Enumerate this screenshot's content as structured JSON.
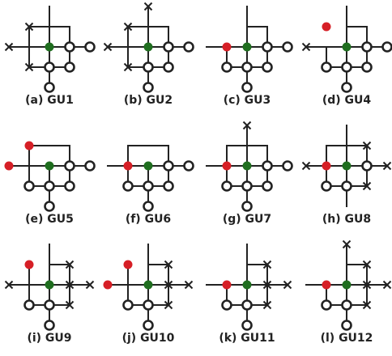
{
  "colors": {
    "ink": "#222222",
    "red": "#d61f26",
    "green": "#1f6e1f",
    "bg": "#ffffff"
  },
  "panels": [
    {
      "caption": "(a) GU1",
      "red": [],
      "crosses": [
        [
          -1,
          1
        ],
        [
          -2,
          0
        ],
        [
          -1,
          -1
        ]
      ],
      "open": [
        [
          1,
          0
        ],
        [
          2,
          0
        ],
        [
          0,
          -1
        ],
        [
          1,
          -1
        ],
        [
          0,
          -2
        ]
      ],
      "lines": [
        [
          [
            0,
            2
          ],
          [
            0,
            -1
          ]
        ],
        [
          [
            -1,
            1
          ],
          [
            1,
            1
          ]
        ],
        [
          [
            -1,
            1
          ],
          [
            -1,
            -1
          ]
        ],
        [
          [
            1,
            1
          ],
          [
            1,
            -1
          ]
        ],
        [
          [
            -2,
            0
          ],
          [
            2,
            0
          ]
        ],
        [
          [
            -1,
            -1
          ],
          [
            1,
            -1
          ]
        ],
        [
          [
            0,
            -1
          ],
          [
            0,
            -2
          ]
        ]
      ]
    },
    {
      "caption": "(b) GU2",
      "red": [],
      "crosses": [
        [
          0,
          2
        ],
        [
          -1,
          1
        ],
        [
          -2,
          0
        ],
        [
          -1,
          -1
        ]
      ],
      "open": [
        [
          1,
          0
        ],
        [
          2,
          0
        ],
        [
          0,
          -1
        ],
        [
          1,
          -1
        ],
        [
          0,
          -2
        ]
      ],
      "lines": [
        [
          [
            0,
            2
          ],
          [
            0,
            -1
          ]
        ],
        [
          [
            -1,
            1
          ],
          [
            1,
            1
          ]
        ],
        [
          [
            -1,
            1
          ],
          [
            -1,
            -1
          ]
        ],
        [
          [
            1,
            1
          ],
          [
            1,
            -1
          ]
        ],
        [
          [
            -2,
            0
          ],
          [
            2,
            0
          ]
        ],
        [
          [
            -1,
            -1
          ],
          [
            1,
            -1
          ]
        ],
        [
          [
            0,
            -1
          ],
          [
            0,
            -2
          ]
        ]
      ]
    },
    {
      "caption": "(c) GU3",
      "red": [
        [
          -1,
          0
        ]
      ],
      "crosses": [],
      "open": [
        [
          1,
          0
        ],
        [
          2,
          0
        ],
        [
          0,
          -1
        ],
        [
          1,
          -1
        ],
        [
          -1,
          -1
        ],
        [
          0,
          -2
        ]
      ],
      "lines": [
        [
          [
            0,
            2
          ],
          [
            0,
            -1
          ]
        ],
        [
          [
            0,
            1
          ],
          [
            1,
            1
          ]
        ],
        [
          [
            1,
            1
          ],
          [
            1,
            -1
          ]
        ],
        [
          [
            -2,
            0
          ],
          [
            2,
            0
          ]
        ],
        [
          [
            -1,
            0
          ],
          [
            -1,
            -1
          ]
        ],
        [
          [
            -1,
            -1
          ],
          [
            1,
            -1
          ]
        ],
        [
          [
            0,
            -1
          ],
          [
            0,
            -2
          ]
        ]
      ]
    },
    {
      "caption": "(d) GU4",
      "red": [
        [
          -1,
          1
        ]
      ],
      "crosses": [
        [
          -2,
          0
        ]
      ],
      "open": [
        [
          1,
          0
        ],
        [
          2,
          0
        ],
        [
          -1,
          -1
        ],
        [
          0,
          -1
        ],
        [
          1,
          -1
        ],
        [
          0,
          -2
        ]
      ],
      "lines": [
        [
          [
            0,
            2
          ],
          [
            0,
            -1
          ]
        ],
        [
          [
            0,
            1
          ],
          [
            1,
            1
          ]
        ],
        [
          [
            1,
            1
          ],
          [
            1,
            -1
          ]
        ],
        [
          [
            -2,
            0
          ],
          [
            2,
            0
          ]
        ],
        [
          [
            -1,
            0
          ],
          [
            -1,
            -1
          ]
        ],
        [
          [
            -1,
            -1
          ],
          [
            1,
            -1
          ]
        ],
        [
          [
            0,
            -1
          ],
          [
            0,
            -2
          ]
        ]
      ]
    },
    {
      "caption": "(e) GU5",
      "red": [
        [
          -1,
          1
        ],
        [
          -2,
          0
        ]
      ],
      "crosses": [],
      "open": [
        [
          1,
          0
        ],
        [
          2,
          0
        ],
        [
          -1,
          -1
        ],
        [
          0,
          -1
        ],
        [
          1,
          -1
        ],
        [
          0,
          -2
        ]
      ],
      "lines": [
        [
          [
            -1,
            1
          ],
          [
            1,
            1
          ]
        ],
        [
          [
            1,
            1
          ],
          [
            1,
            -1
          ]
        ],
        [
          [
            -2,
            0
          ],
          [
            2,
            0
          ]
        ],
        [
          [
            -1,
            1
          ],
          [
            -1,
            -1
          ]
        ],
        [
          [
            -1,
            -1
          ],
          [
            1,
            -1
          ]
        ],
        [
          [
            0,
            0
          ],
          [
            0,
            -1
          ]
        ],
        [
          [
            0,
            -1
          ],
          [
            0,
            -2
          ]
        ]
      ]
    },
    {
      "caption": "(f) GU6",
      "red": [
        [
          -1,
          0
        ]
      ],
      "crosses": [],
      "open": [
        [
          1,
          0
        ],
        [
          2,
          0
        ],
        [
          -1,
          -1
        ],
        [
          0,
          -1
        ],
        [
          1,
          -1
        ],
        [
          0,
          -2
        ]
      ],
      "lines": [
        [
          [
            -1,
            1
          ],
          [
            1,
            1
          ]
        ],
        [
          [
            1,
            1
          ],
          [
            1,
            -1
          ]
        ],
        [
          [
            -2,
            0
          ],
          [
            2,
            0
          ]
        ],
        [
          [
            -1,
            1
          ],
          [
            -1,
            -1
          ]
        ],
        [
          [
            -1,
            -1
          ],
          [
            1,
            -1
          ]
        ],
        [
          [
            0,
            0
          ],
          [
            0,
            -1
          ]
        ],
        [
          [
            0,
            -1
          ],
          [
            0,
            -2
          ]
        ]
      ]
    },
    {
      "caption": "(g) GU7",
      "red": [
        [
          -1,
          0
        ]
      ],
      "crosses": [
        [
          0,
          2
        ]
      ],
      "open": [
        [
          1,
          0
        ],
        [
          2,
          0
        ],
        [
          -1,
          -1
        ],
        [
          0,
          -1
        ],
        [
          1,
          -1
        ],
        [
          0,
          -2
        ]
      ],
      "lines": [
        [
          [
            0,
            2
          ],
          [
            0,
            -1
          ]
        ],
        [
          [
            -1,
            1
          ],
          [
            1,
            1
          ]
        ],
        [
          [
            1,
            1
          ],
          [
            1,
            -1
          ]
        ],
        [
          [
            -2,
            0
          ],
          [
            2,
            0
          ]
        ],
        [
          [
            -1,
            1
          ],
          [
            -1,
            -1
          ]
        ],
        [
          [
            -1,
            -1
          ],
          [
            1,
            -1
          ]
        ],
        [
          [
            0,
            -1
          ],
          [
            0,
            -2
          ]
        ]
      ]
    },
    {
      "caption": "(h) GU8",
      "red": [
        [
          -1,
          0
        ]
      ],
      "crosses": [
        [
          1,
          1
        ],
        [
          2,
          0
        ],
        [
          -2,
          0
        ],
        [
          1,
          -1
        ]
      ],
      "open": [
        [
          1,
          0
        ],
        [
          -1,
          -1
        ],
        [
          0,
          -1
        ]
      ],
      "lines": [
        [
          [
            0,
            2
          ],
          [
            0,
            -1
          ]
        ],
        [
          [
            -1,
            1
          ],
          [
            1,
            1
          ]
        ],
        [
          [
            1,
            1
          ],
          [
            1,
            -1
          ]
        ],
        [
          [
            -2,
            0
          ],
          [
            2,
            0
          ]
        ],
        [
          [
            -1,
            1
          ],
          [
            -1,
            -1
          ]
        ],
        [
          [
            -1,
            -1
          ],
          [
            1,
            -1
          ]
        ],
        [
          [
            0,
            -1
          ],
          [
            0,
            -2
          ]
        ]
      ]
    },
    {
      "caption": "(i) GU9",
      "red": [
        [
          -1,
          1
        ]
      ],
      "crosses": [
        [
          1,
          1
        ],
        [
          -2,
          0
        ],
        [
          1,
          0
        ],
        [
          2,
          0
        ],
        [
          1,
          -1
        ]
      ],
      "open": [
        [
          -1,
          -1
        ],
        [
          0,
          -1
        ],
        [
          0,
          -2
        ]
      ],
      "lines": [
        [
          [
            0,
            2
          ],
          [
            0,
            -1
          ]
        ],
        [
          [
            0,
            1
          ],
          [
            1,
            1
          ]
        ],
        [
          [
            1,
            1
          ],
          [
            1,
            -1
          ]
        ],
        [
          [
            -2,
            0
          ],
          [
            2,
            0
          ]
        ],
        [
          [
            -1,
            1
          ],
          [
            -1,
            -1
          ]
        ],
        [
          [
            -1,
            -1
          ],
          [
            1,
            -1
          ]
        ],
        [
          [
            0,
            -1
          ],
          [
            0,
            -2
          ]
        ]
      ]
    },
    {
      "caption": "(j) GU10",
      "red": [
        [
          -1,
          1
        ],
        [
          -2,
          0
        ]
      ],
      "crosses": [
        [
          1,
          1
        ],
        [
          1,
          0
        ],
        [
          2,
          0
        ],
        [
          1,
          -1
        ]
      ],
      "open": [
        [
          -1,
          -1
        ],
        [
          0,
          -1
        ],
        [
          0,
          -2
        ]
      ],
      "lines": [
        [
          [
            0,
            2
          ],
          [
            0,
            -1
          ]
        ],
        [
          [
            0,
            1
          ],
          [
            1,
            1
          ]
        ],
        [
          [
            1,
            1
          ],
          [
            1,
            -1
          ]
        ],
        [
          [
            -2,
            0
          ],
          [
            2,
            0
          ]
        ],
        [
          [
            -1,
            1
          ],
          [
            -1,
            -1
          ]
        ],
        [
          [
            -1,
            -1
          ],
          [
            1,
            -1
          ]
        ],
        [
          [
            0,
            -1
          ],
          [
            0,
            -2
          ]
        ]
      ]
    },
    {
      "caption": "(k) GU11",
      "red": [
        [
          -1,
          0
        ]
      ],
      "crosses": [
        [
          1,
          1
        ],
        [
          1,
          0
        ],
        [
          2,
          0
        ],
        [
          1,
          -1
        ]
      ],
      "open": [
        [
          -1,
          -1
        ],
        [
          0,
          -1
        ],
        [
          0,
          -2
        ]
      ],
      "lines": [
        [
          [
            0,
            2
          ],
          [
            0,
            -1
          ]
        ],
        [
          [
            0,
            1
          ],
          [
            1,
            1
          ]
        ],
        [
          [
            1,
            1
          ],
          [
            1,
            -1
          ]
        ],
        [
          [
            -2,
            0
          ],
          [
            2,
            0
          ]
        ],
        [
          [
            -1,
            0
          ],
          [
            -1,
            -1
          ]
        ],
        [
          [
            -1,
            -1
          ],
          [
            1,
            -1
          ]
        ],
        [
          [
            0,
            -1
          ],
          [
            0,
            -2
          ]
        ]
      ]
    },
    {
      "caption": "(l) GU12",
      "red": [
        [
          -1,
          0
        ]
      ],
      "crosses": [
        [
          0,
          2
        ],
        [
          1,
          1
        ],
        [
          1,
          0
        ],
        [
          2,
          0
        ],
        [
          1,
          -1
        ]
      ],
      "open": [
        [
          -1,
          -1
        ],
        [
          0,
          -1
        ],
        [
          0,
          -2
        ]
      ],
      "lines": [
        [
          [
            0,
            2
          ],
          [
            0,
            -1
          ]
        ],
        [
          [
            0,
            1
          ],
          [
            1,
            1
          ]
        ],
        [
          [
            1,
            1
          ],
          [
            1,
            -1
          ]
        ],
        [
          [
            -2,
            0
          ],
          [
            2,
            0
          ]
        ],
        [
          [
            -1,
            0
          ],
          [
            -1,
            -1
          ]
        ],
        [
          [
            -1,
            -1
          ],
          [
            1,
            -1
          ]
        ],
        [
          [
            0,
            -1
          ],
          [
            0,
            -2
          ]
        ]
      ]
    }
  ]
}
